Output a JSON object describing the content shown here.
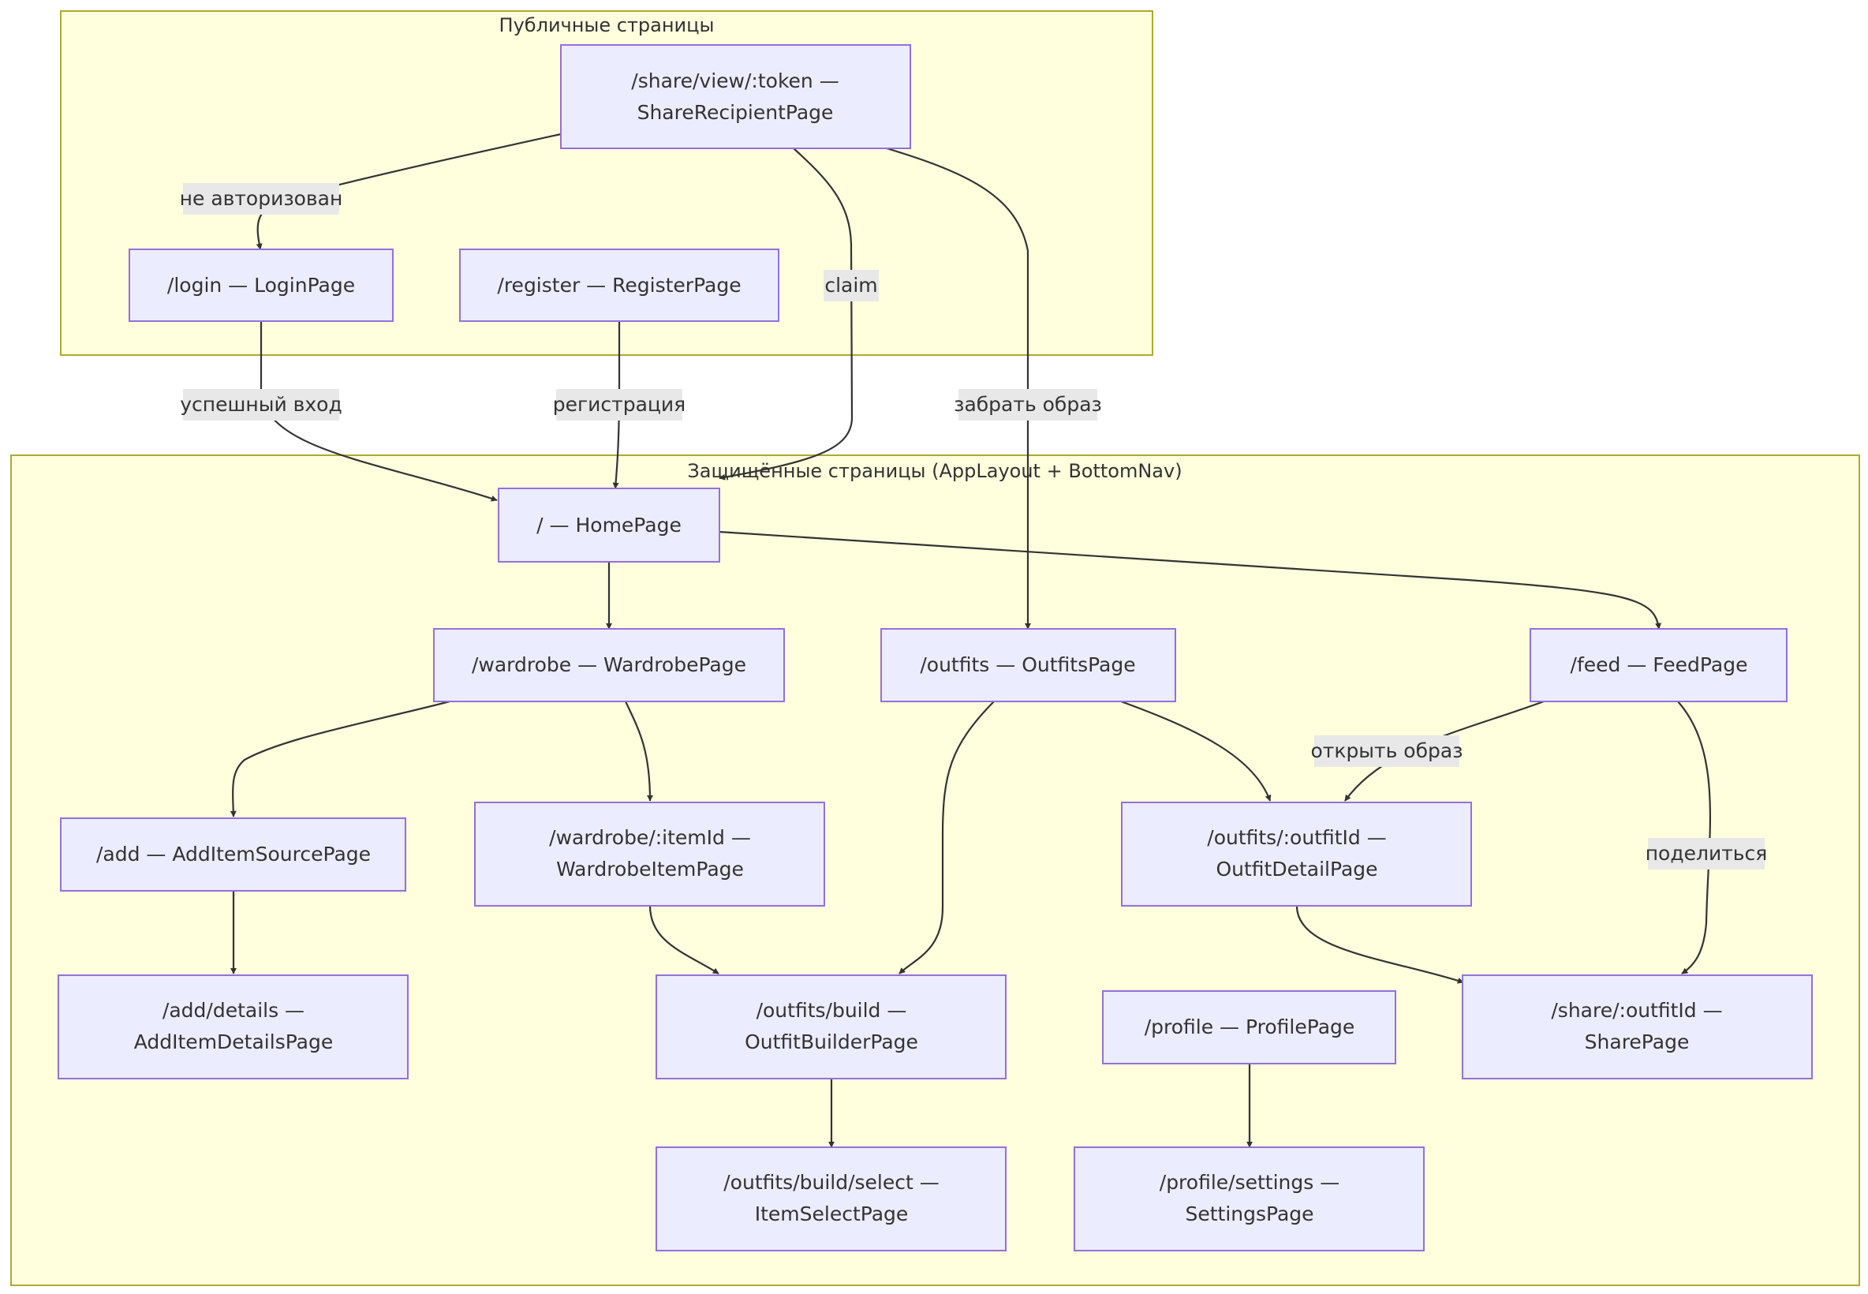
{
  "clusters": {
    "public": {
      "title": "Публичные страницы"
    },
    "protected": {
      "title": "Защищённые страницы (AppLayout + BottomNav)"
    }
  },
  "nodes": {
    "share_view": {
      "lines": [
        "/share/view/:token —",
        "ShareRecipientPage"
      ]
    },
    "login": {
      "lines": [
        "/login — LoginPage"
      ]
    },
    "register": {
      "lines": [
        "/register — RegisterPage"
      ]
    },
    "home": {
      "lines": [
        "/ — HomePage"
      ]
    },
    "wardrobe": {
      "lines": [
        "/wardrobe — WardrobePage"
      ]
    },
    "outfits": {
      "lines": [
        "/outfits — OutfitsPage"
      ]
    },
    "feed": {
      "lines": [
        "/feed — FeedPage"
      ]
    },
    "add": {
      "lines": [
        "/add — AddItemSourcePage"
      ]
    },
    "wardrobe_item": {
      "lines": [
        "/wardrobe/:itemId —",
        "WardrobeItemPage"
      ]
    },
    "outfit_detail": {
      "lines": [
        "/outfits/:outfitId —",
        "OutfitDetailPage"
      ]
    },
    "add_details": {
      "lines": [
        "/add/details —",
        "AddItemDetailsPage"
      ]
    },
    "outfit_build": {
      "lines": [
        "/outfits/build —",
        "OutfitBuilderPage"
      ]
    },
    "profile": {
      "lines": [
        "/profile — ProfilePage"
      ]
    },
    "share_outfit": {
      "lines": [
        "/share/:outfitId —",
        "SharePage"
      ]
    },
    "build_select": {
      "lines": [
        "/outfits/build/select —",
        "ItemSelectPage"
      ]
    },
    "settings": {
      "lines": [
        "/profile/settings —",
        "SettingsPage"
      ]
    }
  },
  "edge_labels": {
    "not_authorized": "не авторизован",
    "claim": "claim",
    "login_success": "успешный вход",
    "registration": "регистрация",
    "take_outfit": "забрать образ",
    "open_outfit": "открыть образ",
    "share": "поделиться"
  },
  "colors": {
    "cluster_fill": "#ffffde",
    "cluster_stroke": "#aaaa33",
    "node_fill": "#ececff",
    "node_stroke": "#9370db",
    "edge": "#333333",
    "label_bg": "#e8e8e8"
  }
}
